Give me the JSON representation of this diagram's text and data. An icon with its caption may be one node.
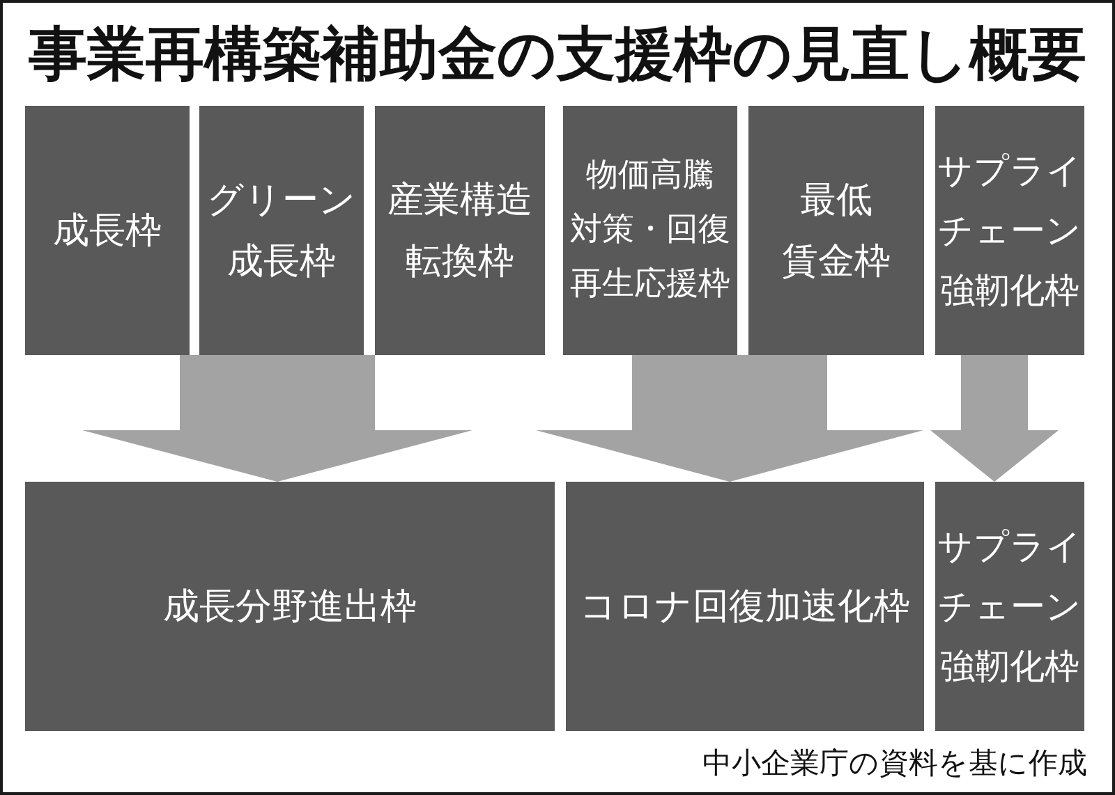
{
  "diagram": {
    "title": "事業再構築補助金の支援枠の見直し概要",
    "nodes": [
      {
        "text": [
          "成長枠"
        ]
      },
      {
        "text": [
          "グリーン成長枠"
        ]
      },
      {
        "text": [
          "産業構造転換枠"
        ]
      },
      {
        "text": [
          "物価高騰対策・回復再生応援枠"
        ]
      },
      {
        "text": [
          "最低賃金枠"
        ]
      },
      {
        "text": [
          "サプライチェーン強靭化枠"
        ]
      },
      {
        "text": [
          "成長分野進出枠"
        ]
      },
      {
        "text": [
          "コロナ回復加速化枠"
        ]
      },
      {
        "text": [
          "サプライチェーン強靭化枠"
        ]
      }
    ],
    "edges": [
      {
        "from": 0,
        "to": 6,
        "arrow": "to"
      },
      {
        "from": 1,
        "to": 6,
        "arrow": "to"
      },
      {
        "from": 2,
        "to": 6,
        "arrow": "to"
      },
      {
        "from": 3,
        "to": 7,
        "arrow": "to"
      },
      {
        "from": 4,
        "to": 7,
        "arrow": "to"
      },
      {
        "from": 5,
        "to": 8,
        "arrow": "to"
      }
    ],
    "labels": [
      "中小企業庁の資料を基に作成"
    ]
  }
}
